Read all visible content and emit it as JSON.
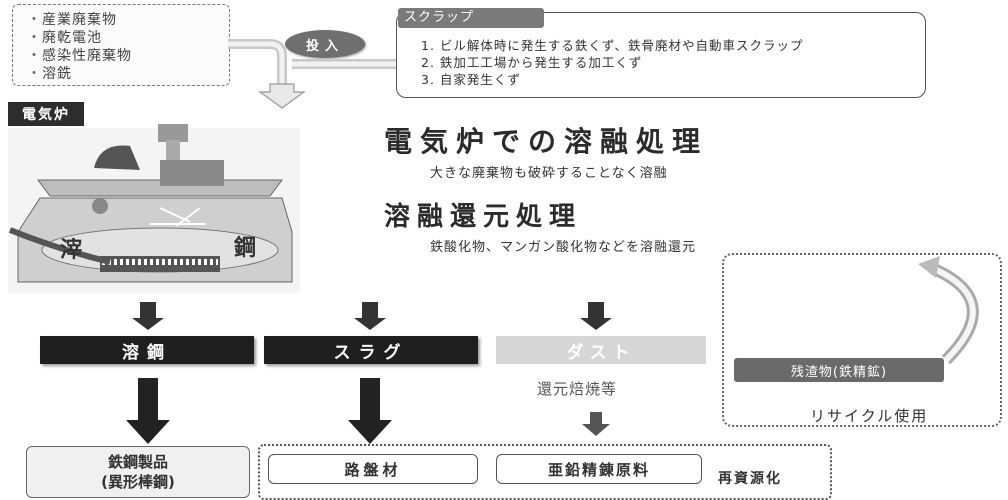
{
  "input_materials": [
    "産業廃棄物",
    "廃乾電池",
    "感染性廃棄物",
    "溶銑"
  ],
  "input_badge": "投入",
  "scrap": {
    "title": "スクラップ",
    "items": [
      "1. ビル解体時に発生する鉄くず、鉄骨廃材や自動車スクラップ",
      "2. 鉄加工工場から発生する加工くず",
      "3. 自家発生くず"
    ]
  },
  "furnace_label": "電気炉",
  "process": {
    "title": "電気炉での溶融処理",
    "subtitle": "大きな廃棄物も破砕することなく溶融",
    "title2": "溶融還元処理",
    "subtitle2": "鉄酸化物、マンガン酸化物などを溶融還元"
  },
  "furnace_parts": {
    "slag_mark": "滓",
    "steel_mark": "鋼"
  },
  "outputs": {
    "molten_steel": "溶鋼",
    "slag": "スラグ",
    "dust": "ダスト"
  },
  "reduction_label": "還元焙焼等",
  "ore_label": "残渣物(鉄精鉱)",
  "recycle_label": "リサイクル使用",
  "products": {
    "steel_line1": "鉄鋼製品",
    "steel_line2": "(異形棒鋼)",
    "roadbed": "路盤材",
    "zinc": "亜鉛精錬原料",
    "reuse": "再資源化"
  }
}
